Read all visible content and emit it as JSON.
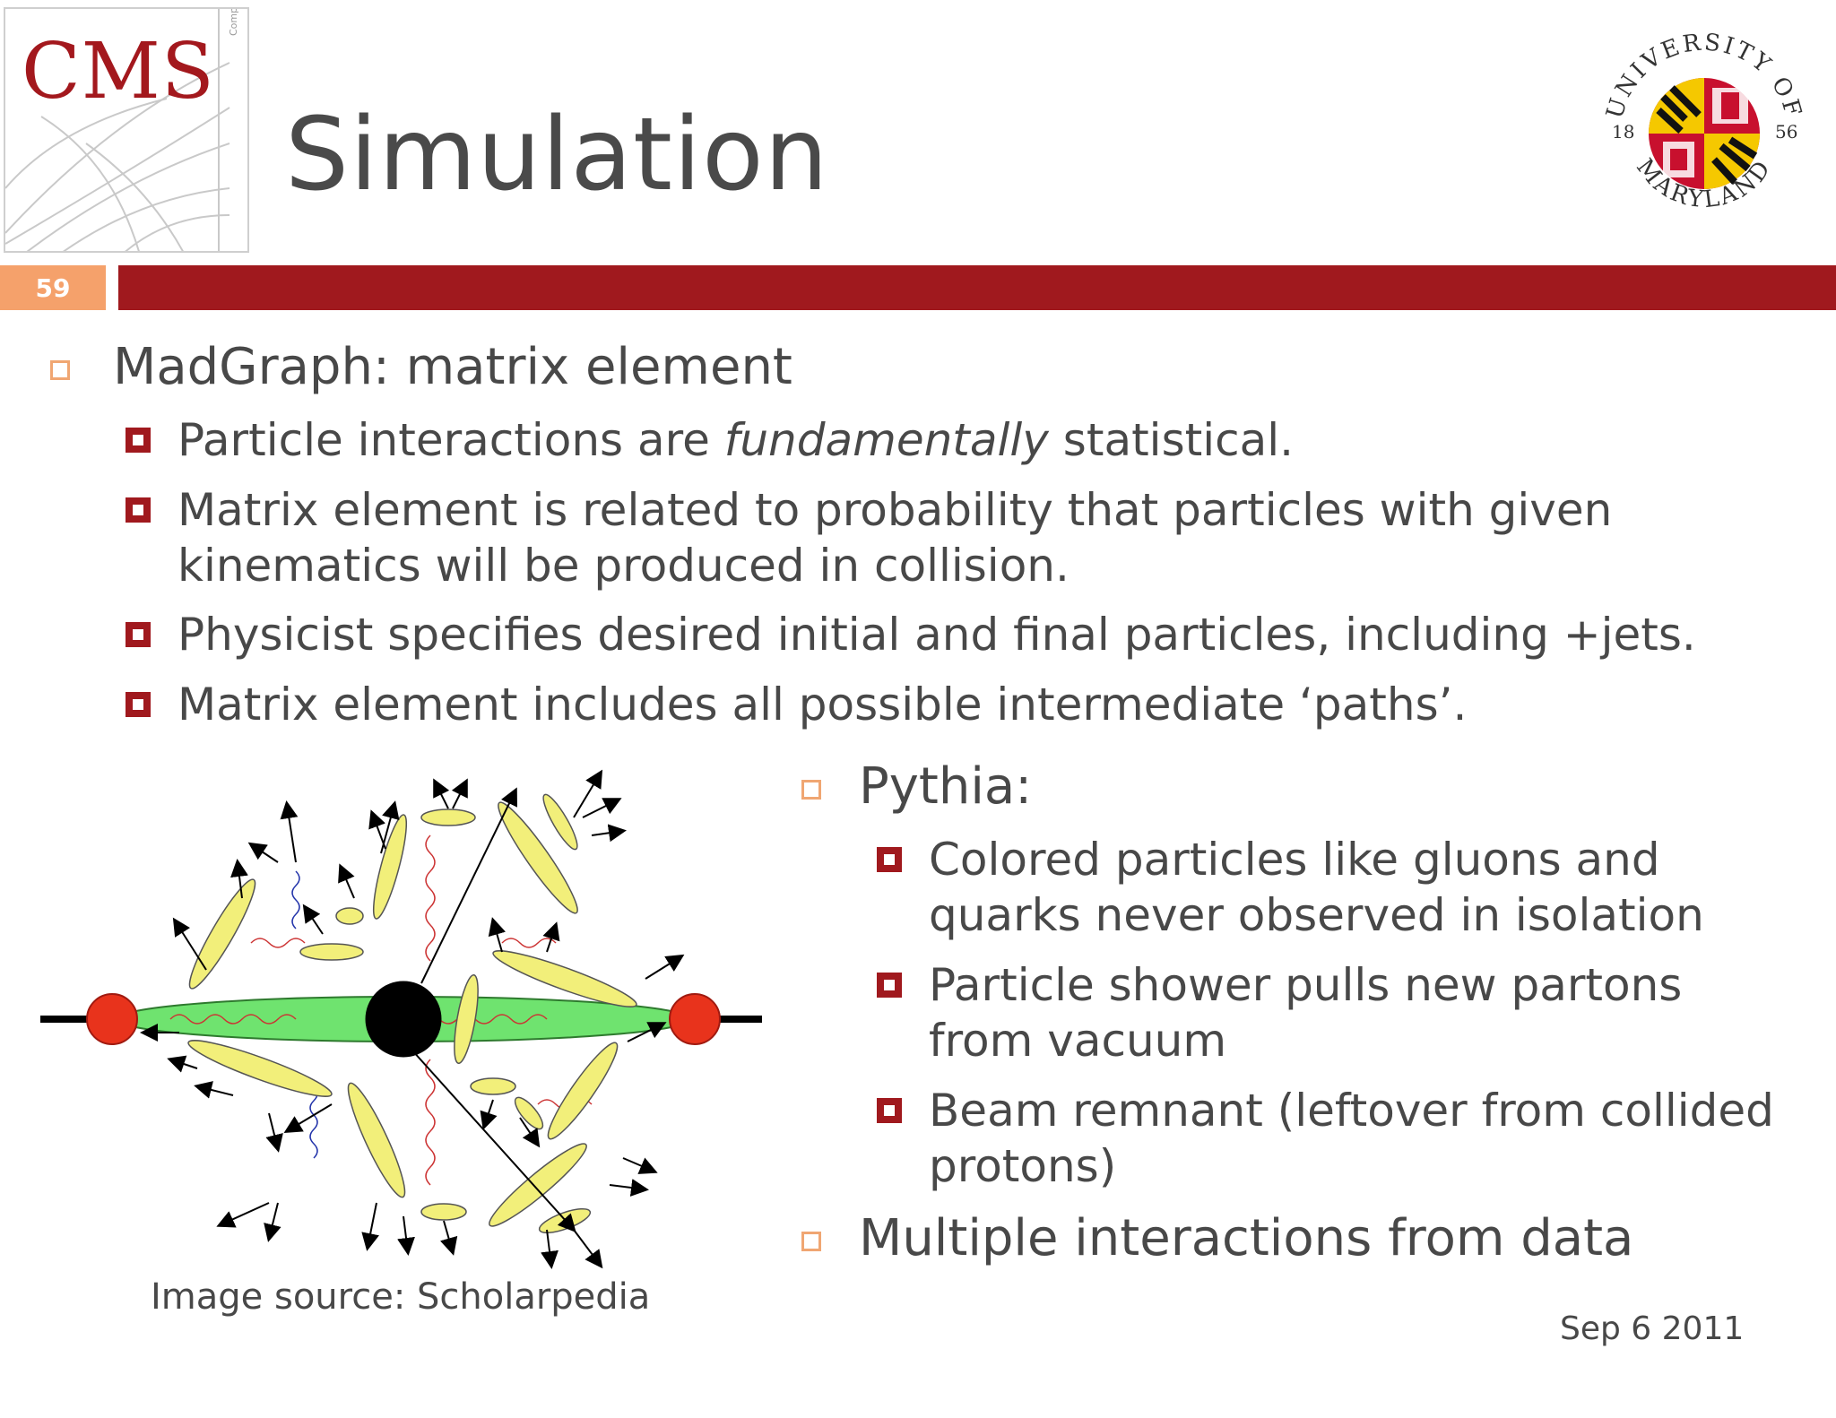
{
  "header": {
    "cms_logo": "CMS",
    "cms_subtitle": "Compact Muon Solenoid",
    "title": "Simulation",
    "umd_logo": {
      "top_text": "UNIVERSITY OF",
      "bottom_text": "MARYLAND",
      "year_left": "18",
      "year_right": "56"
    },
    "page_number": "59"
  },
  "colors": {
    "accent_red": "#a0191e",
    "accent_orange": "#f5a16b",
    "text": "#484848"
  },
  "content": {
    "madgraph": {
      "heading": "MadGraph: matrix element",
      "items": [
        {
          "before": "Particle interactions are ",
          "emph": "fundamentally",
          "after": " statistical."
        },
        {
          "text": "Matrix element is related to probability that particles with given kinematics will be produced in collision."
        },
        {
          "text": "Physicist specifies desired initial and final particles, including +jets."
        },
        {
          "text": "Matrix element includes all possible intermediate ‘paths’."
        }
      ]
    },
    "pythia": {
      "heading": "Pythia:",
      "items": [
        "Colored particles like gluons and quarks never observed in isolation",
        "Particle shower pulls new partons from vacuum",
        "Beam remnant (leftover from collided protons)"
      ]
    },
    "multiple": {
      "heading": "Multiple interactions from data"
    },
    "image_source": "Image source:  Scholarpedia",
    "date": "Sep 6 2011"
  }
}
